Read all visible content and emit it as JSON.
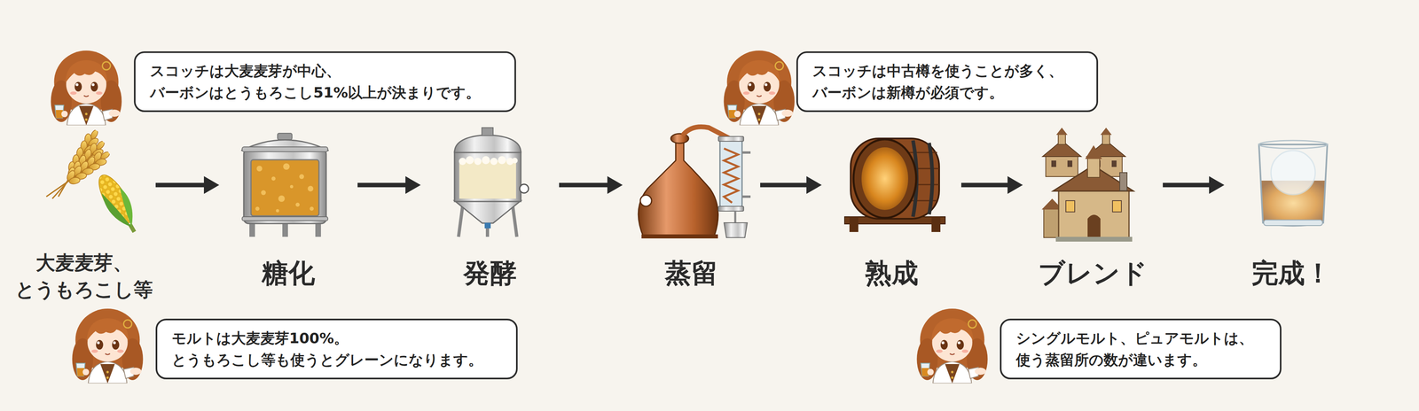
{
  "diagram": {
    "nodes": [
      {
        "text": [
          "スコッチは大麦麦芽が中心、 バーボンはとうもろこし51%以上が決まりです。"
        ]
      },
      {
        "text": [
          "スコッチは中古樽を使うことが多く、 バーボンは新樽が必須です。"
        ]
      },
      {
        "text": [
          "大麦麦芽、 とうもろこし等"
        ]
      },
      {
        "text": [
          "糖化"
        ]
      },
      {
        "text": [
          "発酵"
        ]
      },
      {
        "text": [
          "蒸留"
        ]
      },
      {
        "text": [
          "熟成"
        ]
      },
      {
        "text": [
          "ブレンド"
        ]
      },
      {
        "text": [
          "完成！"
        ]
      },
      {
        "text": [
          "モルトは大麦麦芽100%。 とうもろこし等も使うとグレーンになります。"
        ]
      },
      {
        "text": [
          "シングルモルト、ピュアモルトは、 使う蒸留所の数が違います。"
        ]
      }
    ],
    "edges": [
      {
        "from": 2,
        "to": 3,
        "arrow": "to"
      },
      {
        "from": 3,
        "to": 4,
        "arrow": "to"
      },
      {
        "from": 4,
        "to": 5,
        "arrow": "to"
      },
      {
        "from": 5,
        "to": 6,
        "arrow": "to"
      },
      {
        "from": 6,
        "to": 7,
        "arrow": "to"
      },
      {
        "from": 7,
        "to": 8,
        "arrow": "to"
      }
    ]
  }
}
